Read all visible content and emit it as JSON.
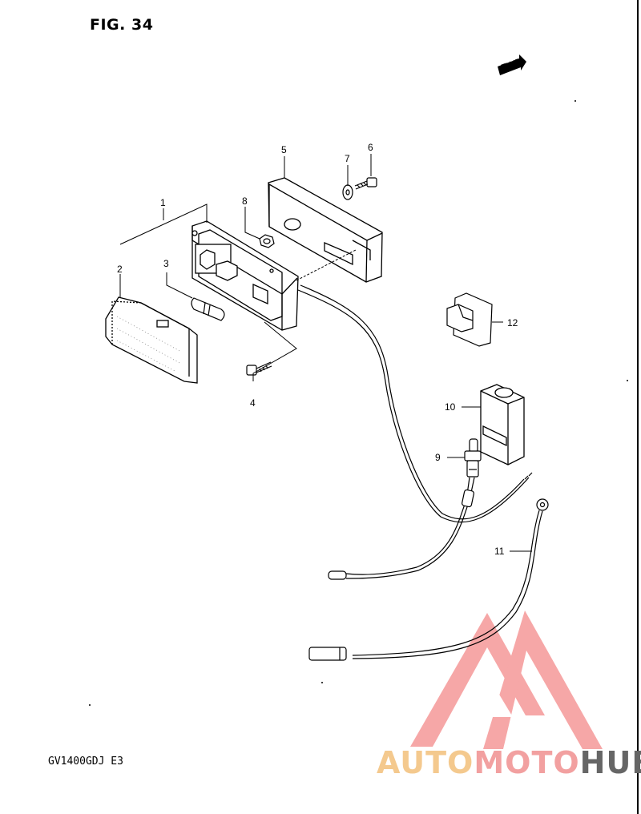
{
  "figure": {
    "title": "FIG. 34",
    "fwd_label": "FWD",
    "model_code": "GV1400GDJ E3"
  },
  "callouts": [
    "1",
    "2",
    "3",
    "4",
    "5",
    "6",
    "7",
    "8",
    "9",
    "10",
    "11",
    "12"
  ],
  "watermark": {
    "part1": "AUTO",
    "part2": "MOTO",
    "part3": "HUB",
    "colors": {
      "auto": "#f4c98e",
      "moto": "#f2a0a0",
      "hub": "#666666",
      "logo": "#f48a8a"
    }
  }
}
